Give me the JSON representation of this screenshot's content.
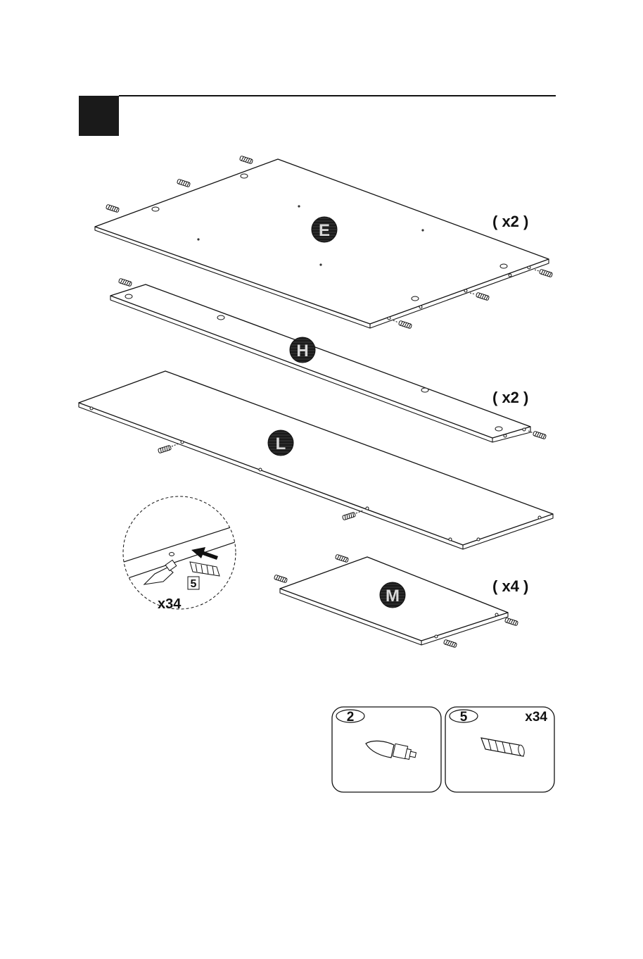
{
  "step": {
    "number": ""
  },
  "panels": [
    {
      "label": "E",
      "quantity": "( x2 )"
    },
    {
      "label": "H",
      "quantity": "( x2 )"
    },
    {
      "label": "L",
      "quantity": ""
    },
    {
      "label": "M",
      "quantity": "( x4 )"
    }
  ],
  "detail": {
    "part_number": "5",
    "count": "x34"
  },
  "parts": [
    {
      "number": "2",
      "count": "",
      "icon": "dowel-setter-icon"
    },
    {
      "number": "5",
      "count": "x34",
      "icon": "wood-dowel-icon"
    }
  ],
  "colors": {
    "ink": "#111111",
    "badge": "#1a1a1a",
    "badge_text": "#d8d8d8"
  }
}
